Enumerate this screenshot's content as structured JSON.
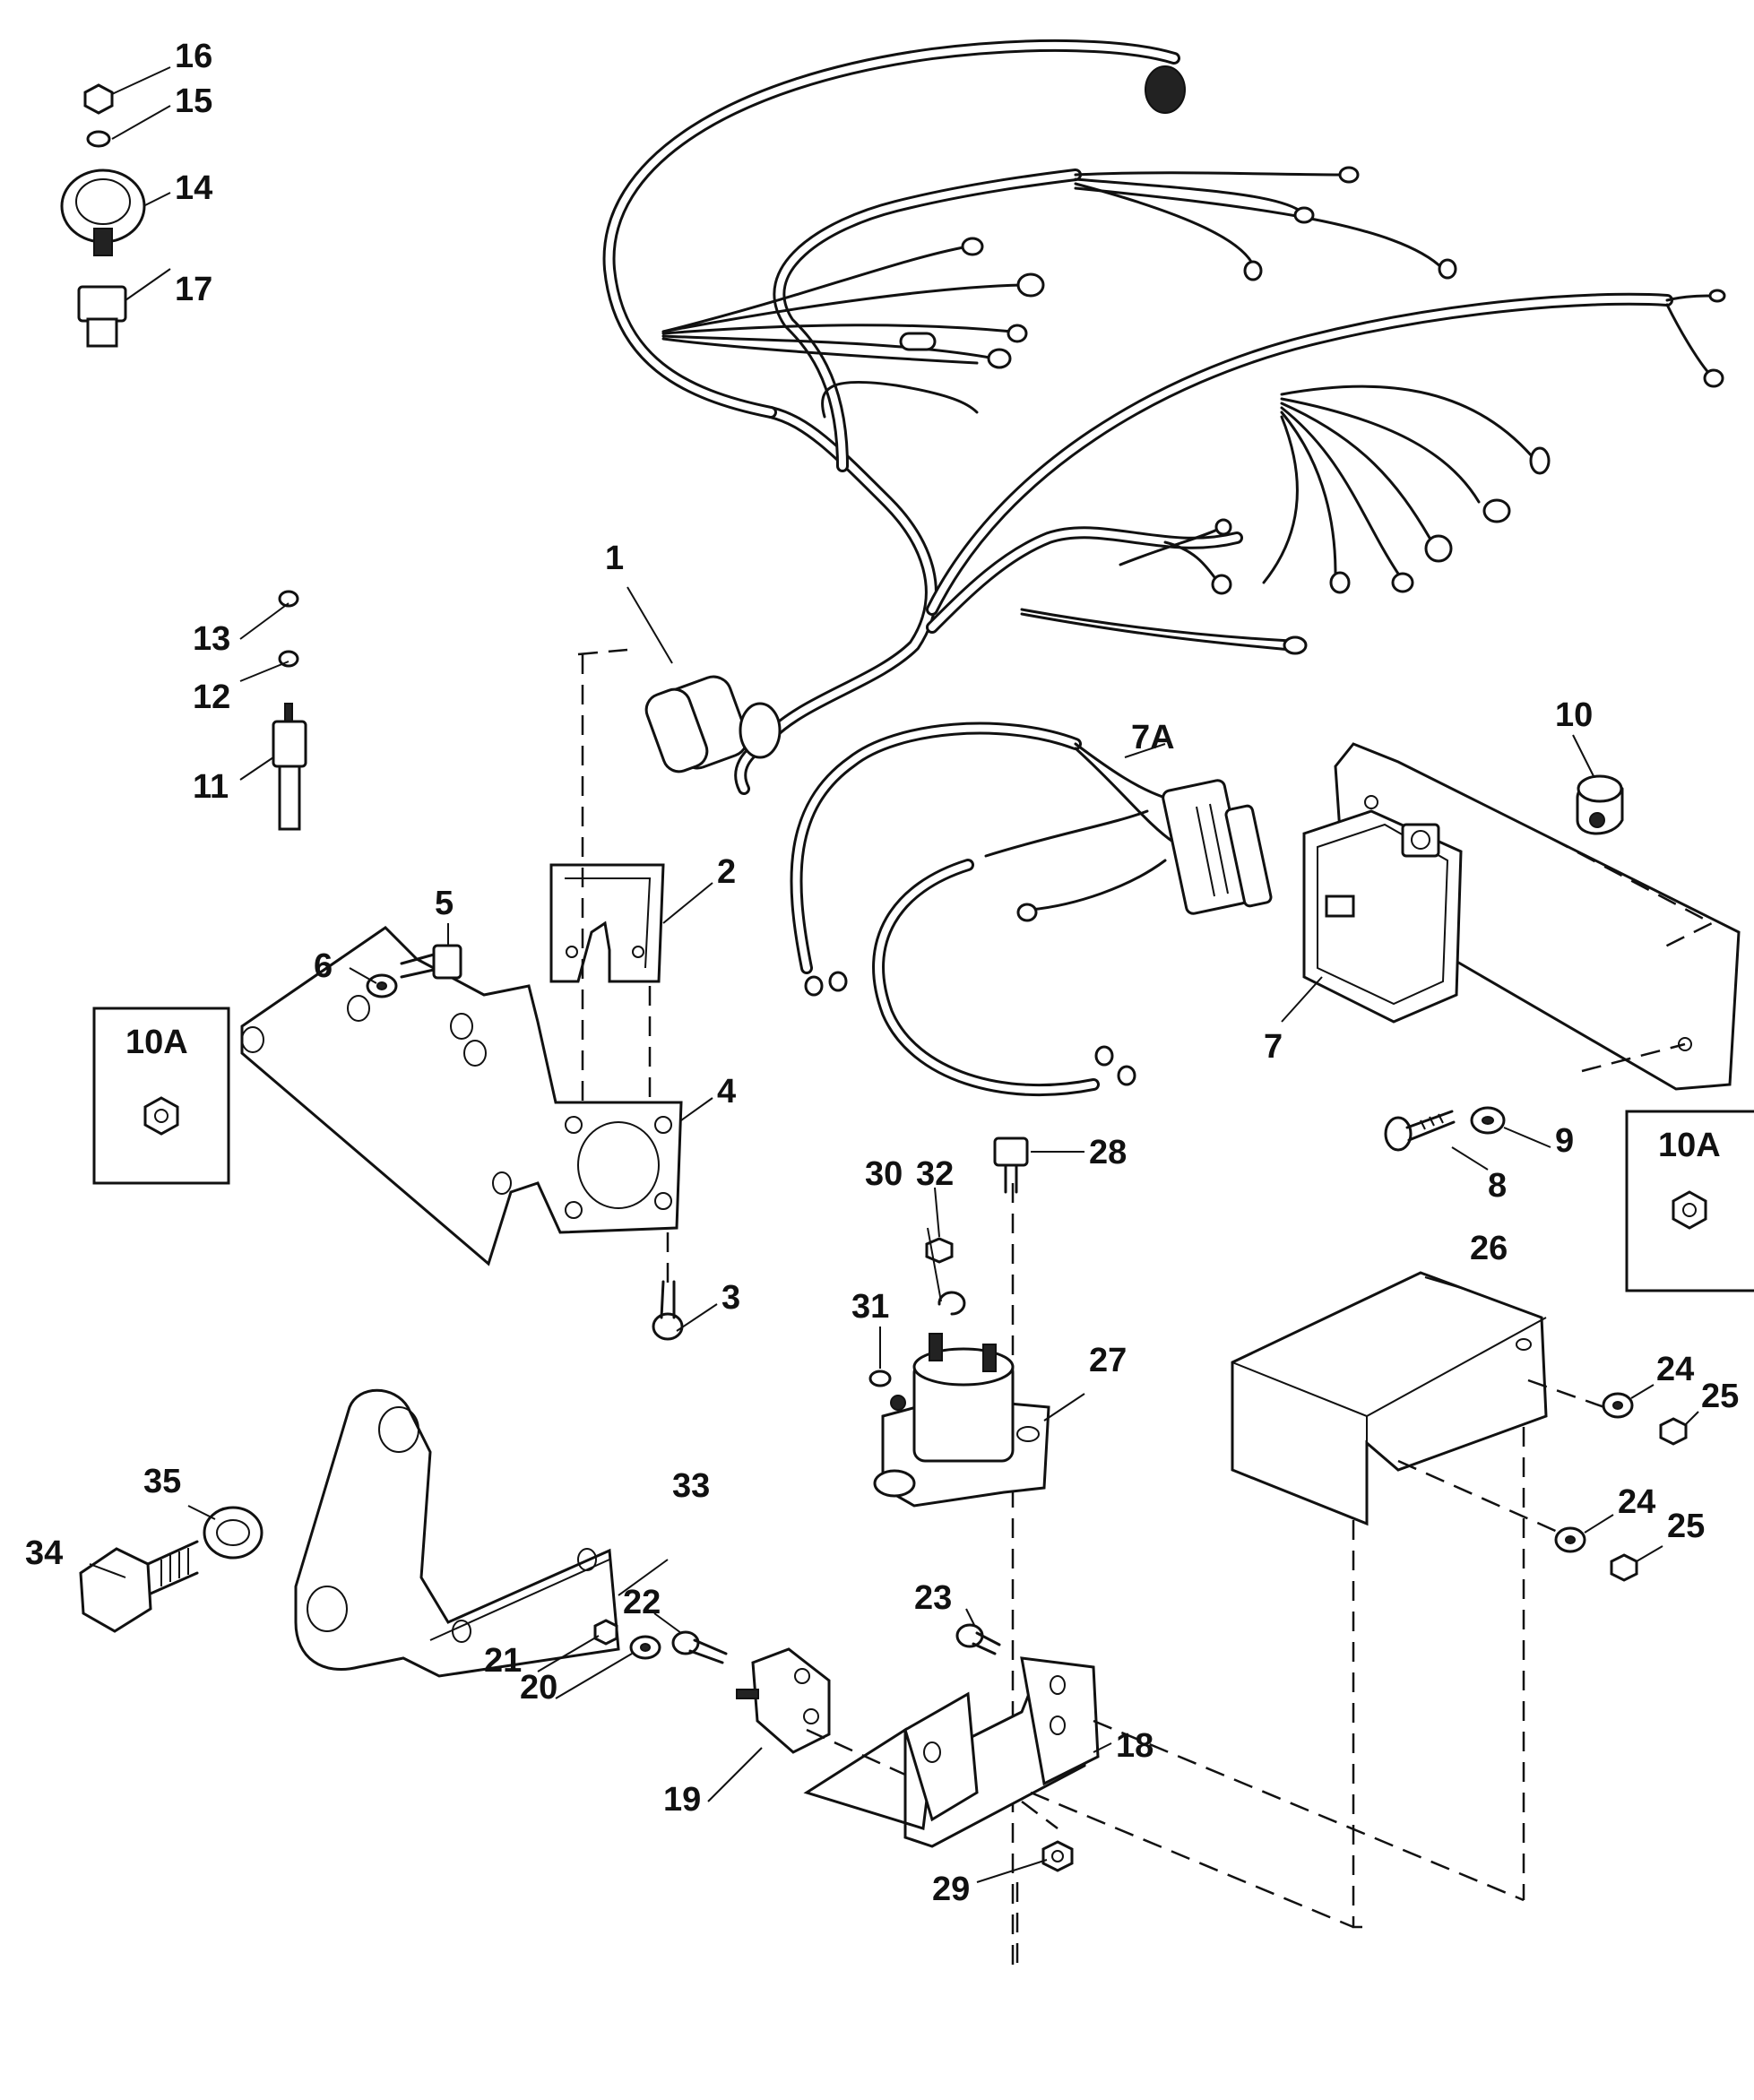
{
  "callouts": {
    "c1": "1",
    "c2": "2",
    "c3": "3",
    "c4": "4",
    "c5": "5",
    "c6": "6",
    "c7": "7",
    "c7a": "7A",
    "c8": "8",
    "c9": "9",
    "c10": "10",
    "c10a_left": "10A",
    "c10a_right": "10A",
    "c11": "11",
    "c12": "12",
    "c13": "13",
    "c14": "14",
    "c15": "15",
    "c16": "16",
    "c17": "17",
    "c18": "18",
    "c19": "19",
    "c20": "20",
    "c21": "21",
    "c22": "22",
    "c23": "23",
    "c24a": "24",
    "c24b": "24",
    "c25a": "25",
    "c25b": "25",
    "c26": "26",
    "c27": "27",
    "c28": "28",
    "c29": "29",
    "c30": "30",
    "c31": "31",
    "c32": "32",
    "c33": "33",
    "c34": "34",
    "c35": "35"
  }
}
